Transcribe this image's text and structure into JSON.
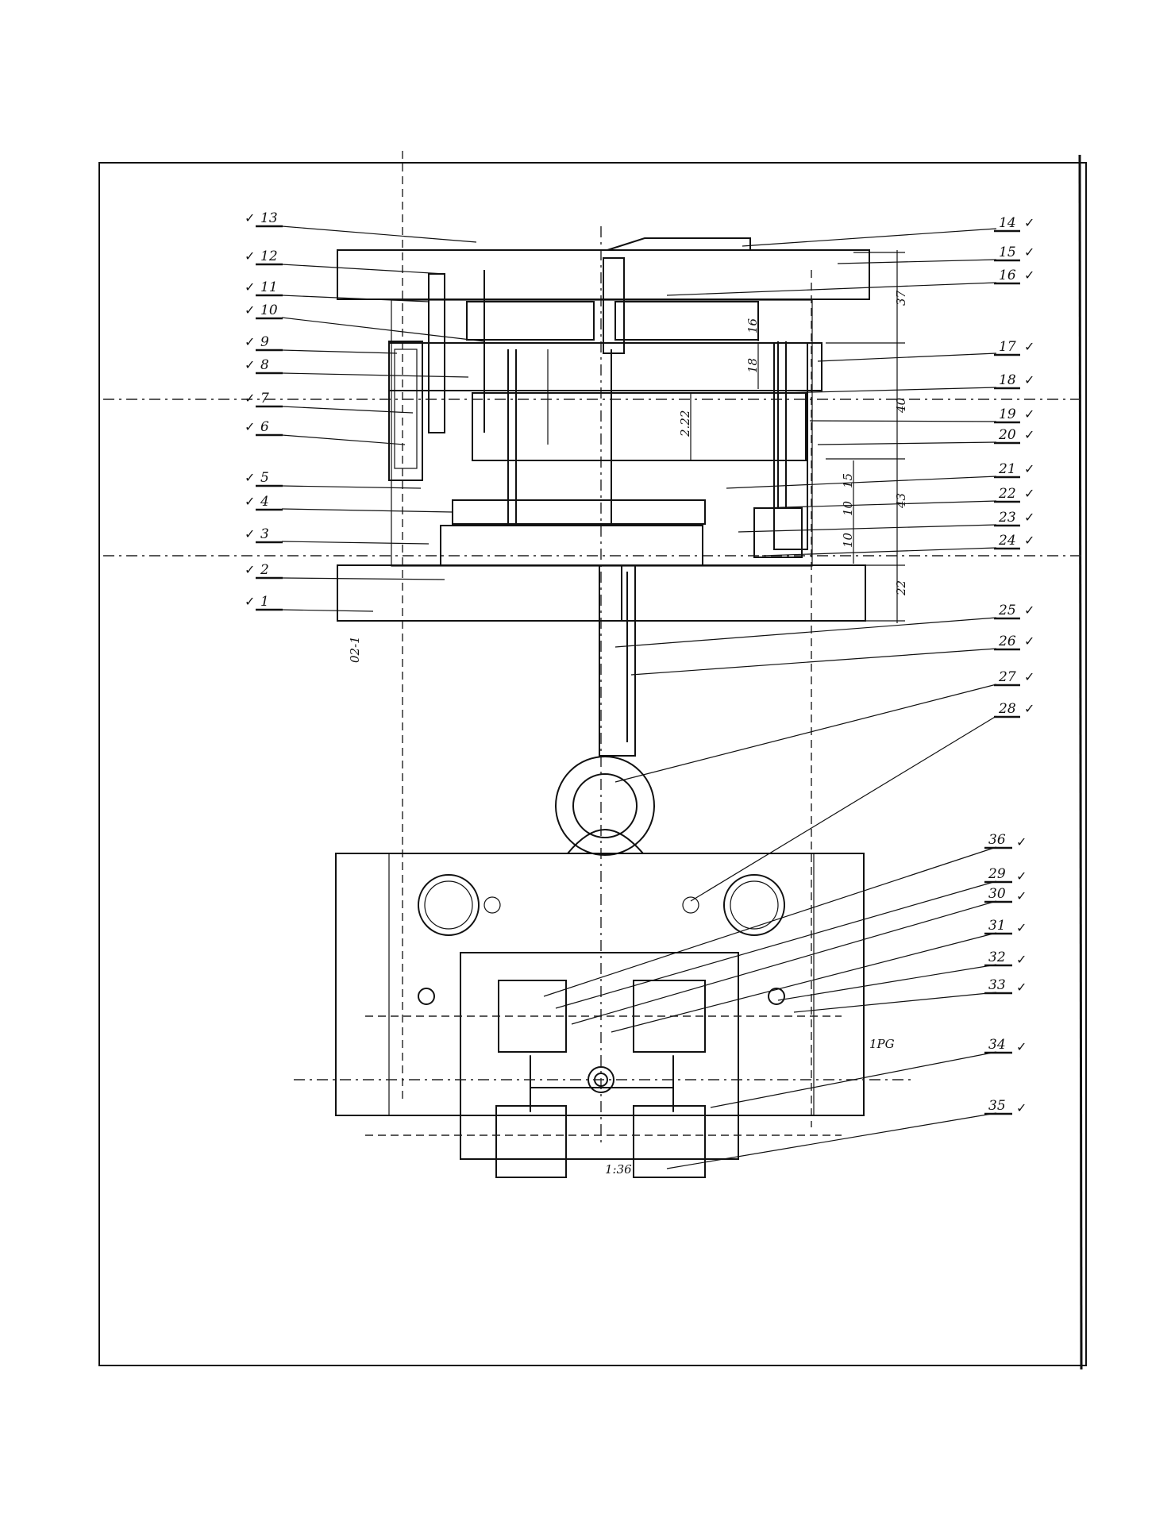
{
  "drawing": {
    "left_labels": [
      "13",
      "12",
      "11",
      "10",
      "9",
      "8",
      "7",
      "6",
      "5",
      "4",
      "3",
      "2",
      "1"
    ],
    "right_labels_upper": [
      "14",
      "15",
      "16",
      "17",
      "18",
      "19",
      "20",
      "21",
      "22",
      "23",
      "24",
      "25",
      "26",
      "27",
      "28"
    ],
    "right_labels_lower": [
      "36",
      "29",
      "30",
      "31",
      "32",
      "33",
      "34",
      "35"
    ],
    "check_mark": "✓",
    "dimensions": [
      "37",
      "16",
      "18",
      "2.22",
      "40",
      "15",
      "10",
      "10",
      "43",
      "22"
    ],
    "annotations": {
      "left_margin": "02-1",
      "center_bottom": "1:36",
      "right_mid": "1PG"
    }
  },
  "colors": {
    "ink": "#111111",
    "paper": "#ffffff"
  }
}
